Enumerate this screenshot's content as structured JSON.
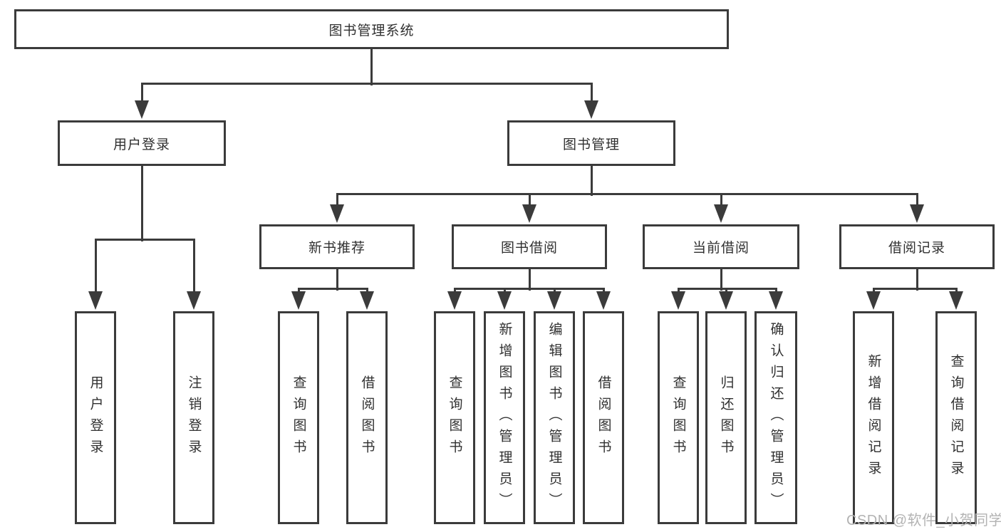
{
  "tree": {
    "label": "图书管理系统",
    "children": [
      {
        "label": "用户登录",
        "children": [
          {
            "label": "用户登录"
          },
          {
            "label": "注销登录"
          }
        ]
      },
      {
        "label": "图书管理",
        "children": [
          {
            "label": "新书推荐",
            "children": [
              {
                "label": "查询图书"
              },
              {
                "label": "借阅图书"
              }
            ]
          },
          {
            "label": "图书借阅",
            "children": [
              {
                "label": "查询图书"
              },
              {
                "label": "新增图书（管理员）"
              },
              {
                "label": "编辑图书（管理员）"
              },
              {
                "label": "借阅图书"
              }
            ]
          },
          {
            "label": "当前借阅",
            "children": [
              {
                "label": "查询图书"
              },
              {
                "label": "归还图书"
              },
              {
                "label": "确认归还（管理员）"
              }
            ]
          },
          {
            "label": "借阅记录",
            "children": [
              {
                "label": "新增借阅记录"
              },
              {
                "label": "查询借阅记录"
              }
            ]
          }
        ]
      }
    ]
  },
  "watermark": {
    "text": "CSDN @软件_小贺同学"
  },
  "colors": {
    "line": "#3b3b3b",
    "text": "#303030",
    "watermark": "#b3b3b3",
    "background": "#ffffff"
  }
}
